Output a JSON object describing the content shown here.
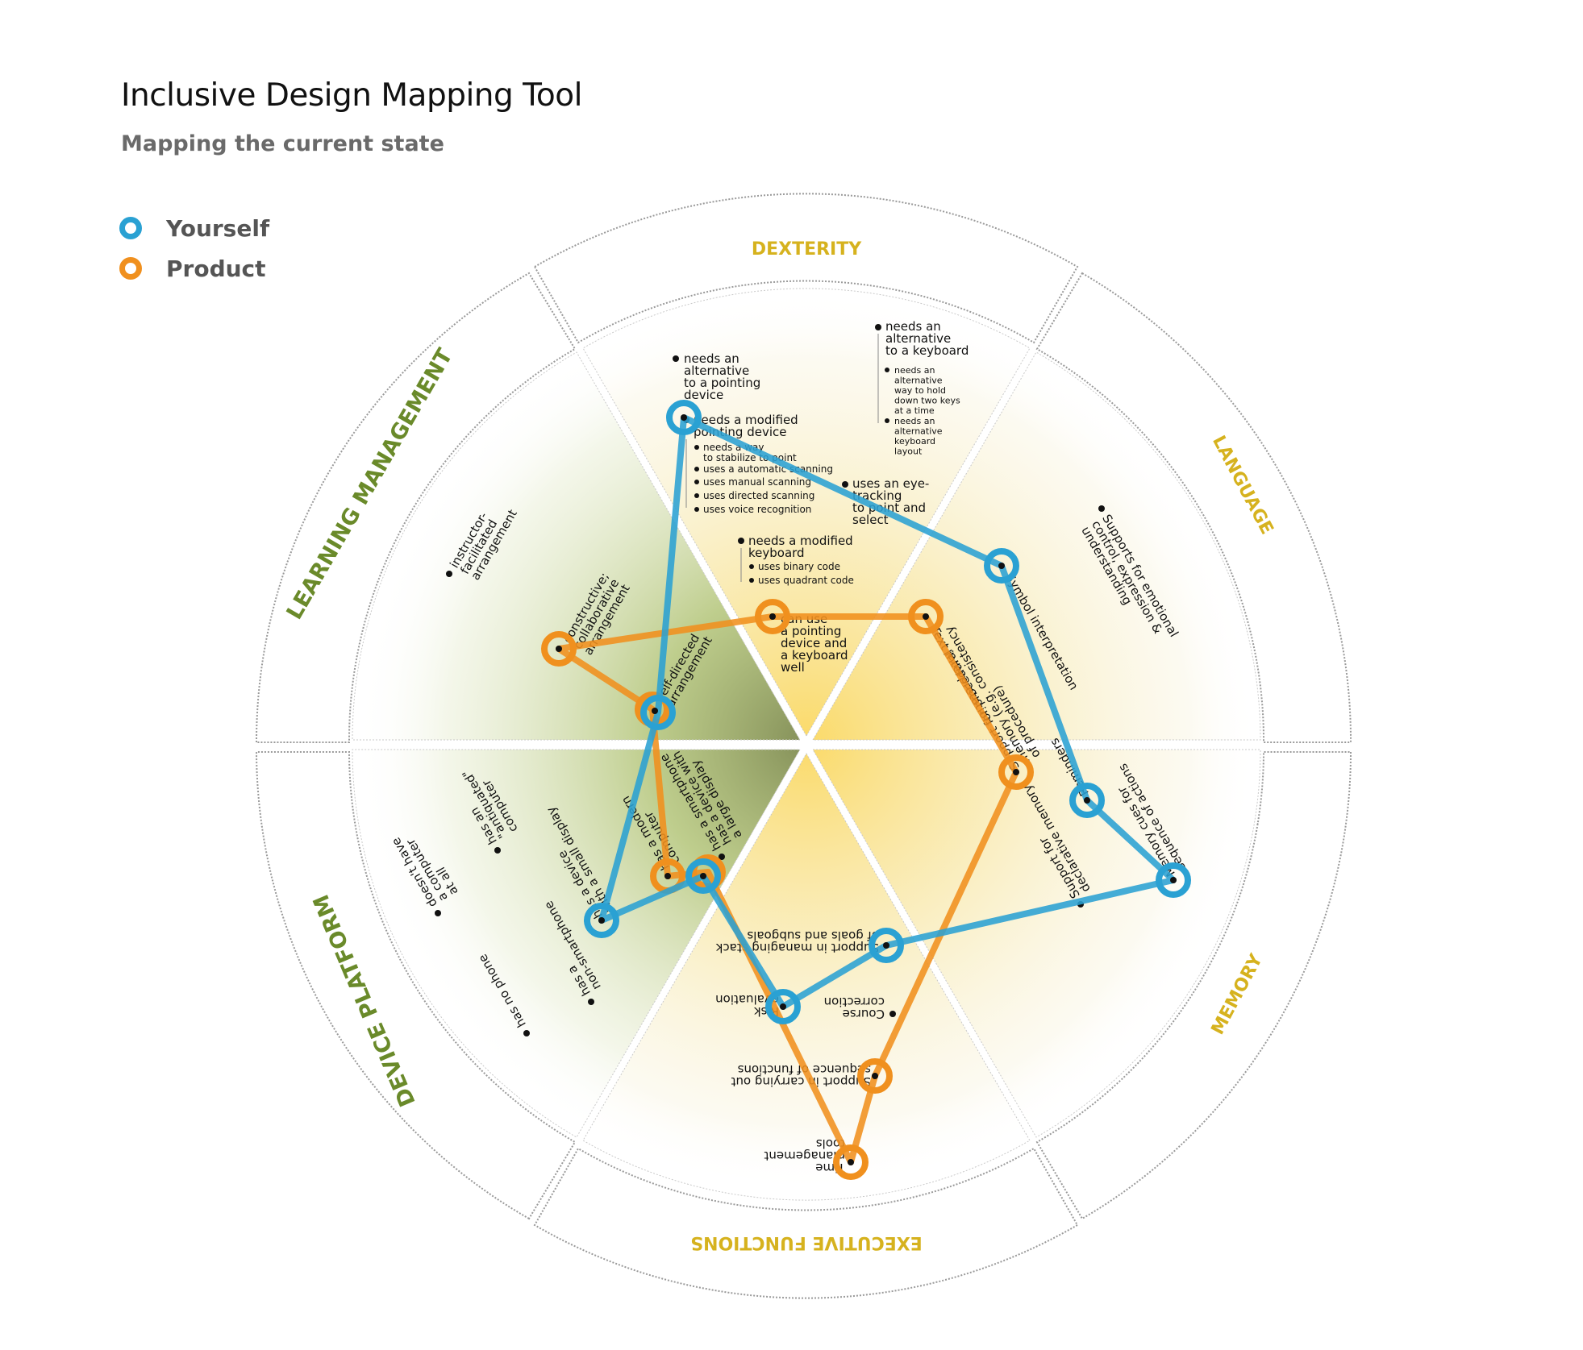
{
  "title": "Inclusive Design Mapping Tool",
  "subtitle": "Mapping the current state",
  "legend": [
    {
      "label": "Yourself",
      "color": "#2aa1d3"
    },
    {
      "label": "Product",
      "color": "#f0901e"
    }
  ],
  "colors": {
    "yourself": "#2aa1d3",
    "product": "#f0901e",
    "category_gold": "#d6b21e",
    "category_green": "#6a8a2a"
  },
  "sections": {
    "dexterity": "DEXTERITY",
    "language": "LANGUAGE",
    "memory": "MEMORY",
    "executive": "EXECUTIVE FUNCTIONS",
    "device": "DEVICE PLATFORM",
    "learning": "LEARNING MANAGEMENT"
  },
  "dexterity": {
    "alt_pointing": [
      "needs an",
      "alternative",
      "to a pointing",
      "device"
    ],
    "modified_pointing": [
      "needs a modified",
      "pointing device"
    ],
    "modified_pointing_sub": [
      [
        "needs a way",
        "to stabilize to point"
      ],
      [
        "uses a automatic scanning"
      ],
      [
        "uses manual scanning"
      ],
      [
        "uses directed scanning"
      ],
      [
        "uses voice recognition"
      ]
    ],
    "alt_keyboard": [
      "needs an",
      "alternative",
      "to a keyboard"
    ],
    "alt_keyboard_sub": [
      [
        "needs an",
        "alternative",
        "way to hold",
        "down two keys",
        "at a time"
      ],
      [
        "needs an",
        "alternative",
        "keyboard",
        "layout"
      ]
    ],
    "eye_tracking": [
      "uses an eye-",
      "tracking",
      "to point and",
      "select"
    ],
    "modified_keyboard": [
      "needs a modified",
      "keyboard"
    ],
    "modified_keyboard_sub": [
      "uses binary code",
      "uses quadrant code"
    ],
    "both": [
      "can use",
      "a pointing",
      "device and",
      "a keyboard",
      "well"
    ]
  },
  "language": {
    "emotional": [
      "Supports for emotional",
      "control, expression &",
      "understanding"
    ],
    "symbol": "Symbol interpretation",
    "text": "Text interpretation"
  },
  "memory": {
    "procedural": [
      "Support for procedural",
      "memory (e.g. consistency",
      "of procedure)"
    ],
    "reminders": "Reminders",
    "cues": [
      "Memory cues for",
      "sequence of actions"
    ],
    "declarative": [
      "Support for",
      "declarative memory"
    ]
  },
  "executive": {
    "stack": [
      "Support in managing stack",
      "of goals and subgoals"
    ],
    "risk": [
      "Risk",
      "evaluation"
    ],
    "course": [
      "Course",
      "correction"
    ],
    "sequence": [
      "Support in carrying out",
      "sequence of functions"
    ],
    "time": [
      "Time",
      "management",
      "tools"
    ]
  },
  "device": {
    "antiquated": [
      "has an",
      "\"antiquated\"",
      "computer"
    ],
    "no_computer": [
      "doesn't have",
      "a computer",
      "at all"
    ],
    "small_display": [
      "has a device",
      "with a small display"
    ],
    "smartphone": [
      "has a modern",
      "computer"
    ],
    "large_display": [
      "has a smartphone",
      "has a device with",
      "a large display"
    ],
    "non_smartphone": [
      "has a",
      "non-smartphone"
    ],
    "no_phone": [
      "has no phone"
    ]
  },
  "learning": {
    "instructor": [
      "instructor-",
      "facilitated",
      "arrangement"
    ],
    "constructive": [
      "constructive;",
      "collaborative",
      "arrangement"
    ],
    "self_directed": [
      "self-directed",
      "arrangement"
    ]
  }
}
